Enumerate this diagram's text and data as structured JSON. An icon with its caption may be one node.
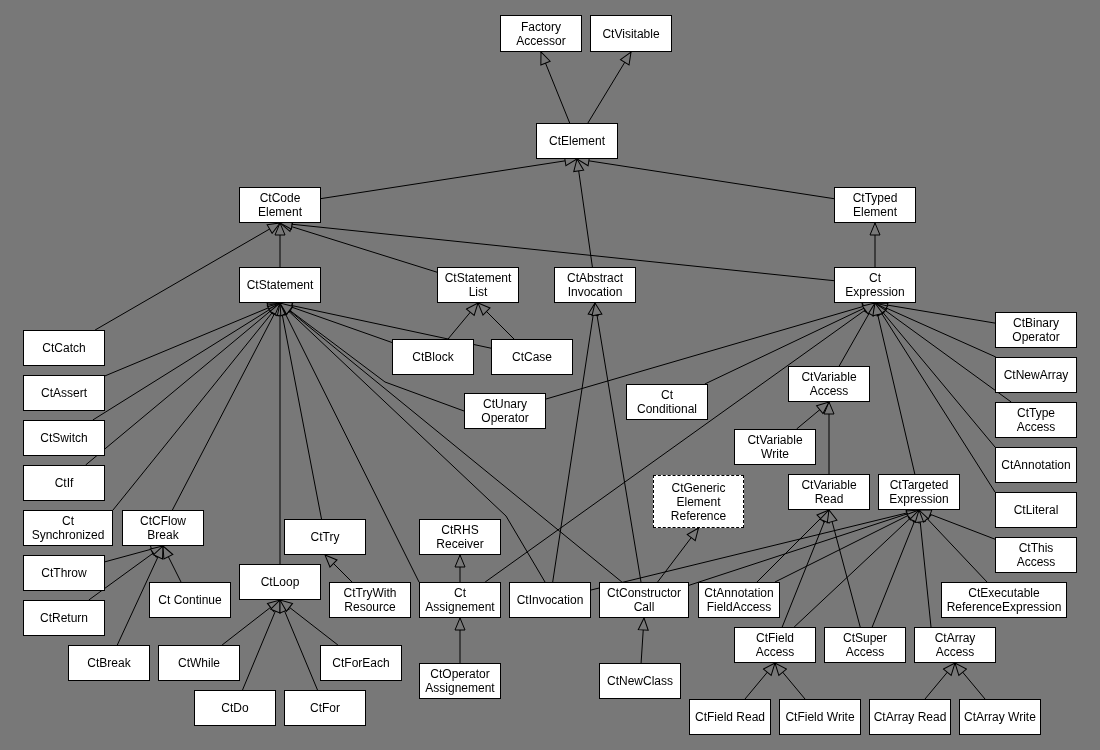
{
  "diagram": {
    "nodes": [
      {
        "text": [
          "Factory Accessor"
        ]
      },
      {
        "text": [
          "CtVisitable"
        ]
      },
      {
        "text": [
          "CtElement"
        ]
      },
      {
        "text": [
          "CtCode Element"
        ]
      },
      {
        "text": [
          "CtTyped Element"
        ]
      },
      {
        "text": [
          "CtStatement"
        ]
      },
      {
        "text": [
          "CtStatement List"
        ]
      },
      {
        "text": [
          "CtAbstract Invocation"
        ]
      },
      {
        "text": [
          "Ct Expression"
        ]
      },
      {
        "text": [
          "CtCatch"
        ]
      },
      {
        "text": [
          "CtBinary Operator"
        ]
      },
      {
        "text": [
          "CtBlock"
        ]
      },
      {
        "text": [
          "CtCase"
        ]
      },
      {
        "text": [
          "CtNewArray"
        ]
      },
      {
        "text": [
          "CtAssert"
        ]
      },
      {
        "text": [
          "CtVariable Access"
        ]
      },
      {
        "text": [
          "CtUnary Operator"
        ]
      },
      {
        "text": [
          "Ct Conditional"
        ]
      },
      {
        "text": [
          "CtType Access"
        ]
      },
      {
        "text": [
          "CtSwitch"
        ]
      },
      {
        "text": [
          "CtVariable Write"
        ]
      },
      {
        "text": [
          "CtAnnotation"
        ]
      },
      {
        "text": [
          "CtIf"
        ]
      },
      {
        "text": [
          "CtGeneric Element Reference"
        ]
      },
      {
        "text": [
          "CtVariable Read"
        ]
      },
      {
        "text": [
          "CtTargeted Expression"
        ]
      },
      {
        "text": [
          "CtLiteral"
        ]
      },
      {
        "text": [
          "Ct Synchronized"
        ]
      },
      {
        "text": [
          "CtCFlow Break"
        ]
      },
      {
        "text": [
          "CtTry"
        ]
      },
      {
        "text": [
          "CtRHS Receiver"
        ]
      },
      {
        "text": [
          "CtThis Access"
        ]
      },
      {
        "text": [
          "CtThrow"
        ]
      },
      {
        "text": [
          "CtLoop"
        ]
      },
      {
        "text": [
          "Ct Continue"
        ]
      },
      {
        "text": [
          "CtTryWith Resource"
        ]
      },
      {
        "text": [
          "Ct Assignement"
        ]
      },
      {
        "text": [
          "CtInvocation"
        ]
      },
      {
        "text": [
          "CtConstructor Call"
        ]
      },
      {
        "text": [
          "CtAnnotation FieldAccess"
        ]
      },
      {
        "text": [
          "CtExecutable ReferenceExpression"
        ]
      },
      {
        "text": [
          "CtReturn"
        ]
      },
      {
        "text": [
          "CtBreak"
        ]
      },
      {
        "text": [
          "CtWhile"
        ]
      },
      {
        "text": [
          "CtForEach"
        ]
      },
      {
        "text": [
          "CtField Access"
        ]
      },
      {
        "text": [
          "CtSuper Access"
        ]
      },
      {
        "text": [
          "CtArray Access"
        ]
      },
      {
        "text": [
          "CtOperator Assignement"
        ]
      },
      {
        "text": [
          "CtNewClass"
        ]
      },
      {
        "text": [
          "CtDo"
        ]
      },
      {
        "text": [
          "CtFor"
        ]
      },
      {
        "text": [
          "CtField Read"
        ]
      },
      {
        "text": [
          "CtField Write"
        ]
      },
      {
        "text": [
          "CtArray Read"
        ]
      },
      {
        "text": [
          "CtArray Write"
        ]
      }
    ],
    "edges": [
      {
        "from": 2,
        "to": 0,
        "arrow": "to"
      },
      {
        "from": 2,
        "to": 1,
        "arrow": "to"
      },
      {
        "from": 3,
        "to": 2,
        "arrow": "to"
      },
      {
        "from": 4,
        "to": 2,
        "arrow": "to"
      },
      {
        "from": 7,
        "to": 2,
        "arrow": "to"
      },
      {
        "from": 5,
        "to": 3,
        "arrow": "to"
      },
      {
        "from": 9,
        "to": 3,
        "arrow": "to"
      },
      {
        "from": 6,
        "to": 3,
        "arrow": "to"
      },
      {
        "from": 8,
        "to": 3,
        "arrow": "to"
      },
      {
        "from": 8,
        "to": 4,
        "arrow": "to"
      },
      {
        "from": 11,
        "to": 6,
        "arrow": "to"
      },
      {
        "from": 12,
        "to": 6,
        "arrow": "to"
      },
      {
        "from": 14,
        "to": 5,
        "arrow": "to"
      },
      {
        "from": 19,
        "to": 5,
        "arrow": "to"
      },
      {
        "from": 22,
        "to": 5,
        "arrow": "to"
      },
      {
        "from": 27,
        "to": 5,
        "arrow": "to"
      },
      {
        "from": 28,
        "to": 5,
        "arrow": "to"
      },
      {
        "from": 33,
        "to": 5,
        "arrow": "to"
      },
      {
        "from": 29,
        "to": 5,
        "arrow": "to"
      },
      {
        "from": 36,
        "to": 5,
        "arrow": "to"
      },
      {
        "from": 37,
        "to": 5,
        "arrow": "to"
      },
      {
        "from": 38,
        "to": 5,
        "arrow": "to"
      },
      {
        "from": 11,
        "to": 5,
        "arrow": "to"
      },
      {
        "from": 12,
        "to": 5,
        "arrow": "to"
      },
      {
        "from": 16,
        "to": 5,
        "arrow": "to"
      },
      {
        "from": 32,
        "to": 28,
        "arrow": "to"
      },
      {
        "from": 41,
        "to": 28,
        "arrow": "to"
      },
      {
        "from": 42,
        "to": 28,
        "arrow": "to"
      },
      {
        "from": 34,
        "to": 28,
        "arrow": "to"
      },
      {
        "from": 35,
        "to": 29,
        "arrow": "to"
      },
      {
        "from": 43,
        "to": 33,
        "arrow": "to"
      },
      {
        "from": 50,
        "to": 33,
        "arrow": "to"
      },
      {
        "from": 51,
        "to": 33,
        "arrow": "to"
      },
      {
        "from": 44,
        "to": 33,
        "arrow": "to"
      },
      {
        "from": 36,
        "to": 30,
        "arrow": "to"
      },
      {
        "from": 48,
        "to": 36,
        "arrow": "to"
      },
      {
        "from": 37,
        "to": 7,
        "arrow": "to"
      },
      {
        "from": 38,
        "to": 7,
        "arrow": "to"
      },
      {
        "from": 38,
        "to": 23,
        "arrow": "to"
      },
      {
        "from": 49,
        "to": 38,
        "arrow": "to"
      },
      {
        "from": 10,
        "to": 8,
        "arrow": "to"
      },
      {
        "from": 13,
        "to": 8,
        "arrow": "to"
      },
      {
        "from": 18,
        "to": 8,
        "arrow": "to"
      },
      {
        "from": 21,
        "to": 8,
        "arrow": "to"
      },
      {
        "from": 26,
        "to": 8,
        "arrow": "to"
      },
      {
        "from": 15,
        "to": 8,
        "arrow": "to"
      },
      {
        "from": 17,
        "to": 8,
        "arrow": "to"
      },
      {
        "from": 16,
        "to": 8,
        "arrow": "to"
      },
      {
        "from": 36,
        "to": 8,
        "arrow": "to"
      },
      {
        "from": 25,
        "to": 8,
        "arrow": "to"
      },
      {
        "from": 20,
        "to": 15,
        "arrow": "to"
      },
      {
        "from": 24,
        "to": 15,
        "arrow": "to"
      },
      {
        "from": 37,
        "to": 25,
        "arrow": "to"
      },
      {
        "from": 38,
        "to": 25,
        "arrow": "to"
      },
      {
        "from": 39,
        "to": 25,
        "arrow": "to"
      },
      {
        "from": 45,
        "to": 25,
        "arrow": "to"
      },
      {
        "from": 46,
        "to": 25,
        "arrow": "to"
      },
      {
        "from": 47,
        "to": 25,
        "arrow": "to"
      },
      {
        "from": 40,
        "to": 25,
        "arrow": "to"
      },
      {
        "from": 31,
        "to": 25,
        "arrow": "to"
      },
      {
        "from": 39,
        "to": 24,
        "arrow": "to"
      },
      {
        "from": 45,
        "to": 24,
        "arrow": "to"
      },
      {
        "from": 46,
        "to": 24,
        "arrow": "to"
      },
      {
        "from": 52,
        "to": 45,
        "arrow": "to"
      },
      {
        "from": 53,
        "to": 45,
        "arrow": "to"
      },
      {
        "from": 54,
        "to": 47,
        "arrow": "to"
      },
      {
        "from": 55,
        "to": 47,
        "arrow": "to"
      }
    ]
  }
}
